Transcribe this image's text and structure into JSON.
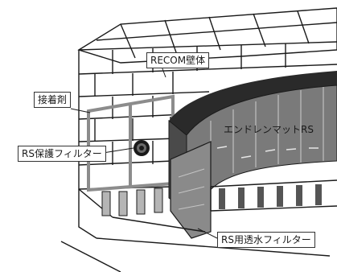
{
  "labels": {
    "wall": "RECOM壁体",
    "adhesive": "接着剤",
    "protect_filter": "RS保護フィルター",
    "end_mat": "エンドレンマットRS",
    "drain_filter": "RS用透水フィルター"
  },
  "colors": {
    "line": "#1a1a1a",
    "mat_dark": "#5a5a5a",
    "mat_panel": "#9a9a9a",
    "filter_frame": "#8c8c8c",
    "block_fill": "#ffffff"
  },
  "icons": {
    "drain_pipe": "circle-pipe-icon"
  }
}
